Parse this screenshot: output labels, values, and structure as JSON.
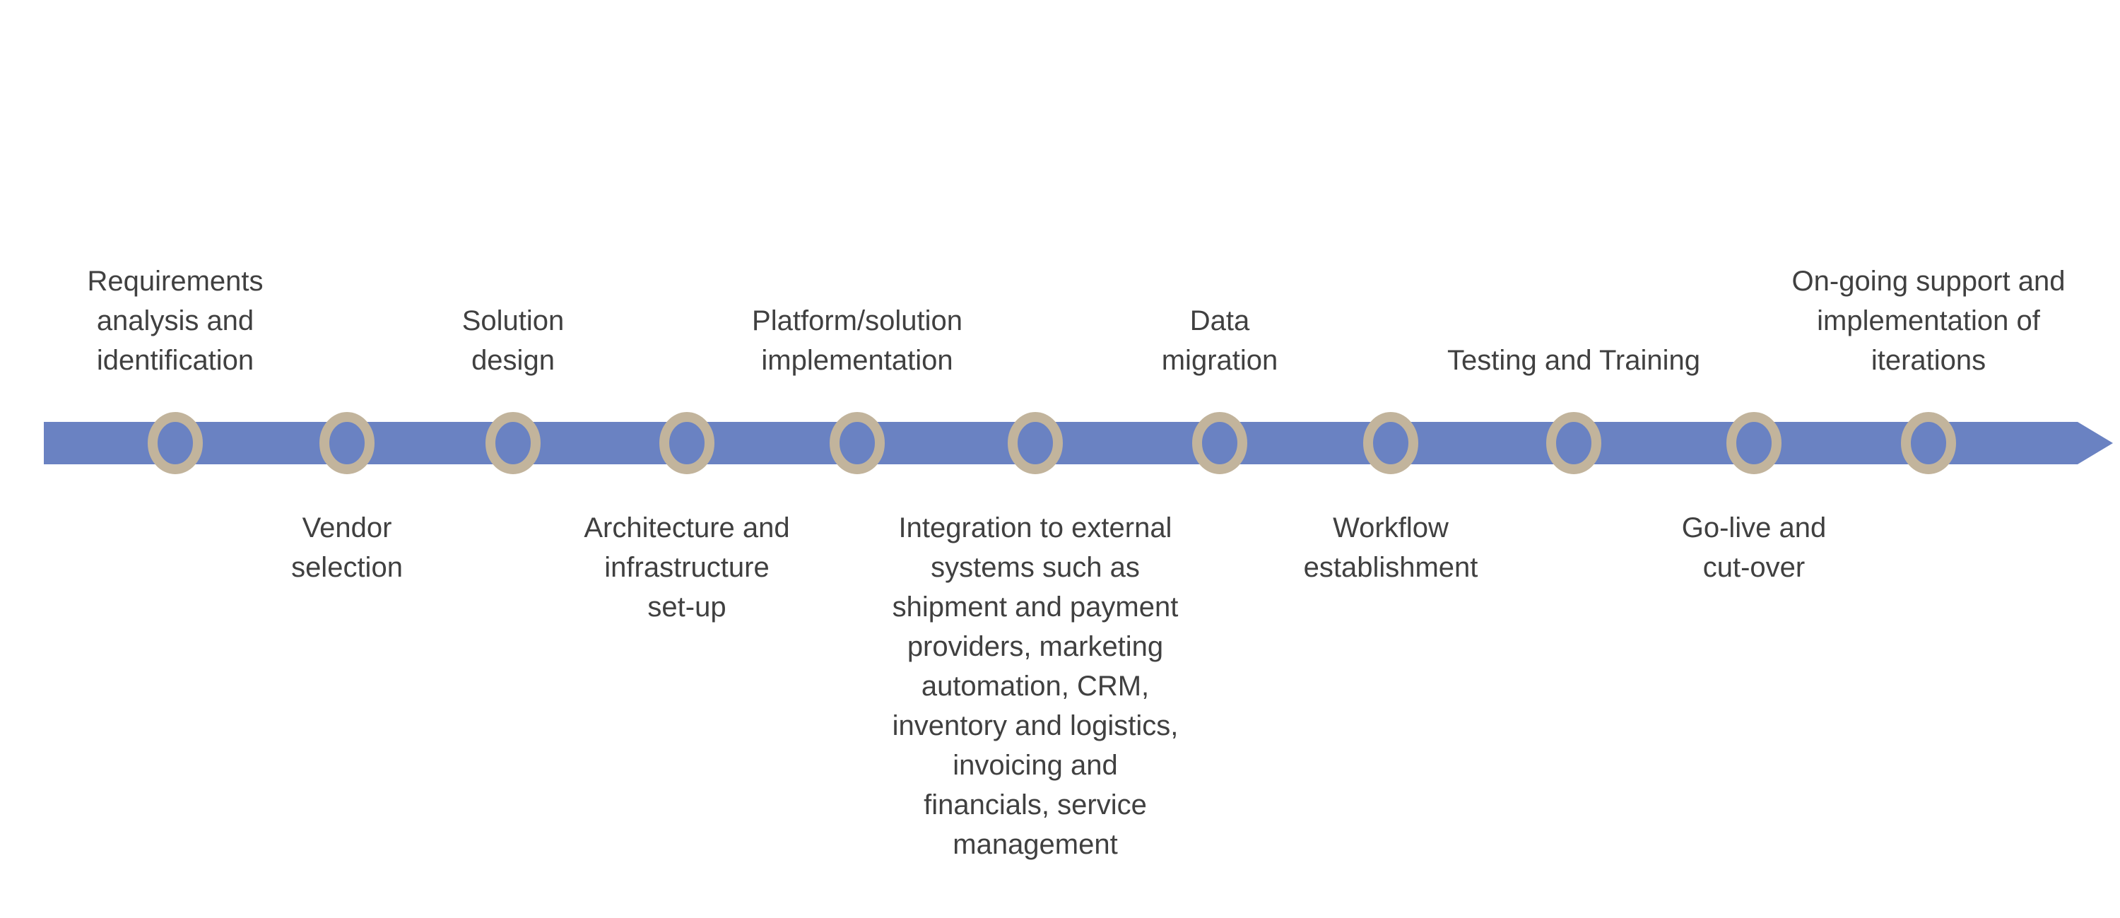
{
  "colors": {
    "arrow": "#6a82c2",
    "ring": "#c2b49c",
    "text": "#404040"
  },
  "milestones": [
    {
      "label": "Requirements\nanalysis and\nidentification",
      "side": "above"
    },
    {
      "label": "Vendor\nselection",
      "side": "below"
    },
    {
      "label": "Solution\ndesign",
      "side": "above"
    },
    {
      "label": "Architecture and\ninfrastructure\nset-up",
      "side": "below"
    },
    {
      "label": "Platform/solution\nimplementation",
      "side": "above"
    },
    {
      "label": "Integration to external\nsystems such as\nshipment and payment\nproviders, marketing\nautomation, CRM,\ninventory and logistics,\ninvoicing and\nfinancials, service\nmanagement",
      "side": "below"
    },
    {
      "label": "Data\nmigration",
      "side": "above"
    },
    {
      "label": "Workflow\nestablishment",
      "side": "below"
    },
    {
      "label": "Testing and Training",
      "side": "above"
    },
    {
      "label": "Go-live and\ncut-over",
      "side": "below"
    },
    {
      "label": "On-going support and\nimplementation of\niterations",
      "side": "above"
    }
  ]
}
